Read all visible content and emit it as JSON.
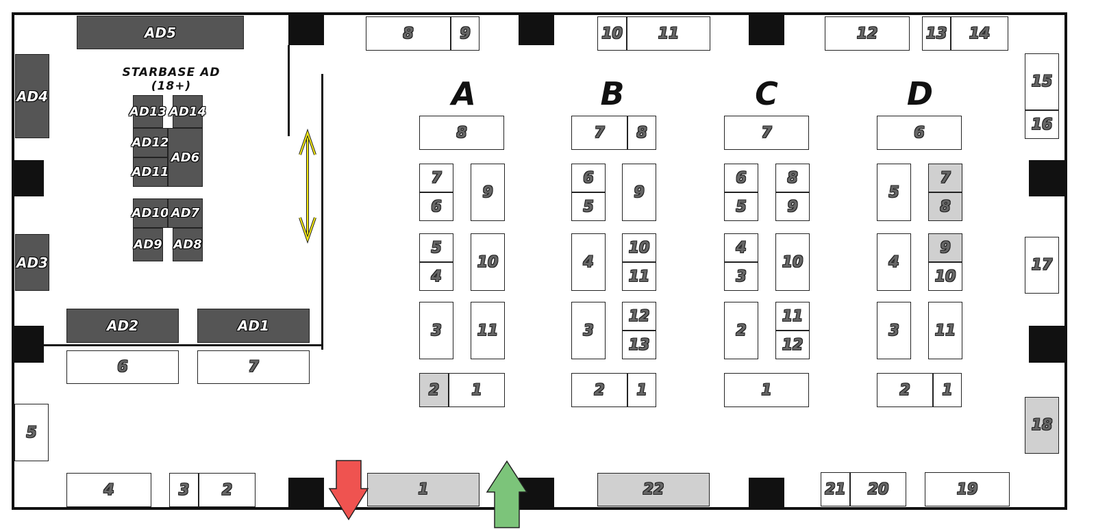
{
  "zone": {
    "title": "STARBASE AD (18+)"
  },
  "rows": {
    "a": "A",
    "b": "B",
    "c": "C",
    "d": "D"
  },
  "ad": {
    "ad1": "AD1",
    "ad2": "AD2",
    "ad3": "AD3",
    "ad4": "AD4",
    "ad5": "AD5",
    "ad6": "AD6",
    "ad7": "AD7",
    "ad8": "AD8",
    "ad9": "AD9",
    "ad10": "AD10",
    "ad11": "AD11",
    "ad12": "AD12",
    "ad13": "AD13",
    "ad14": "AD14"
  },
  "perimeter": {
    "b1": "1",
    "b2": "2",
    "b3": "3",
    "b4": "4",
    "b5": "5",
    "b6": "6",
    "b7": "7",
    "b8": "8",
    "b9": "9",
    "b10": "10",
    "b11": "11",
    "b12": "12",
    "b13": "13",
    "b14": "14",
    "b15": "15",
    "b16": "16",
    "b17": "17",
    "b18": "18",
    "b19": "19",
    "b20": "20",
    "b21": "21",
    "b22": "22"
  },
  "rowA": {
    "b1": "1",
    "b2": "2",
    "b3": "3",
    "b4": "4",
    "b5": "5",
    "b6": "6",
    "b7": "7",
    "b8": "8",
    "b9": "9",
    "b10": "10",
    "b11": "11"
  },
  "rowB": {
    "b1": "1",
    "b2": "2",
    "b3": "3",
    "b4": "4",
    "b5": "5",
    "b6": "6",
    "b7": "7",
    "b8": "8",
    "b9": "9",
    "b10": "10",
    "b11": "11",
    "b12": "12",
    "b13": "13"
  },
  "rowC": {
    "b1": "1",
    "b2": "2",
    "b3": "3",
    "b4": "4",
    "b5": "5",
    "b6": "6",
    "b7": "7",
    "b8": "8",
    "b9": "9",
    "b10": "10",
    "b11": "11",
    "b12": "12"
  },
  "rowD": {
    "b1": "1",
    "b2": "2",
    "b3": "3",
    "b4": "4",
    "b5": "5",
    "b6": "6",
    "b7": "7",
    "b8": "8",
    "b9": "9",
    "b10": "10",
    "b11": "11"
  },
  "colors": {
    "reserved": "#d0d0d0",
    "ad_booth": "#555555",
    "exit_arrow": "#ef5350",
    "entry_arrow": "#7cc47a",
    "passage_arrow": "#f5ea14"
  },
  "icons": {
    "exit": "arrow-down-icon",
    "entry": "arrow-up-icon",
    "passage": "double-arrow-icon"
  }
}
